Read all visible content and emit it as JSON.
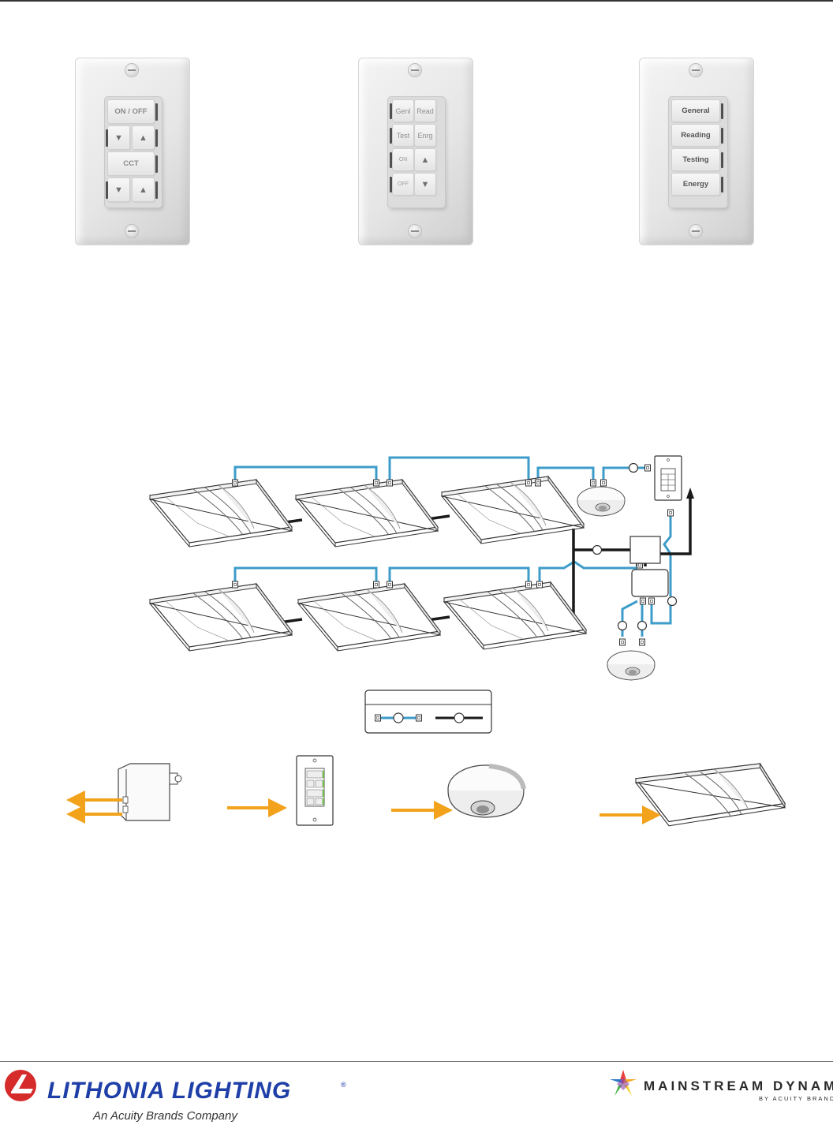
{
  "keypads": {
    "cct": {
      "buttons": [
        "ON / OFF",
        "▼",
        "▲",
        "CCT",
        "▼",
        "▲"
      ]
    },
    "scene_grid": {
      "buttons": [
        "Genl",
        "Read",
        "Test",
        "Enrg",
        "ON",
        "▲",
        "OFF",
        "▼"
      ]
    },
    "scene_list": {
      "buttons": [
        "General",
        "Reading",
        "Testing",
        "Energy"
      ]
    }
  },
  "legend": {},
  "logos": {
    "lithonia": {
      "name": "LITHONIA LIGHTING",
      "registered": "®",
      "tagline": "An Acuity Brands Company"
    },
    "mainstream": {
      "name": "MAINSTREAM DYNAMIC",
      "tagline": "BY ACUITY BRANDS"
    }
  },
  "colors": {
    "network_cable": "#3d9cc9",
    "power_cable": "#1a1a1a",
    "arrow": "#f2a21b",
    "lithonia_red": "#d62b2b",
    "lithonia_blue": "#1f3fa8"
  }
}
